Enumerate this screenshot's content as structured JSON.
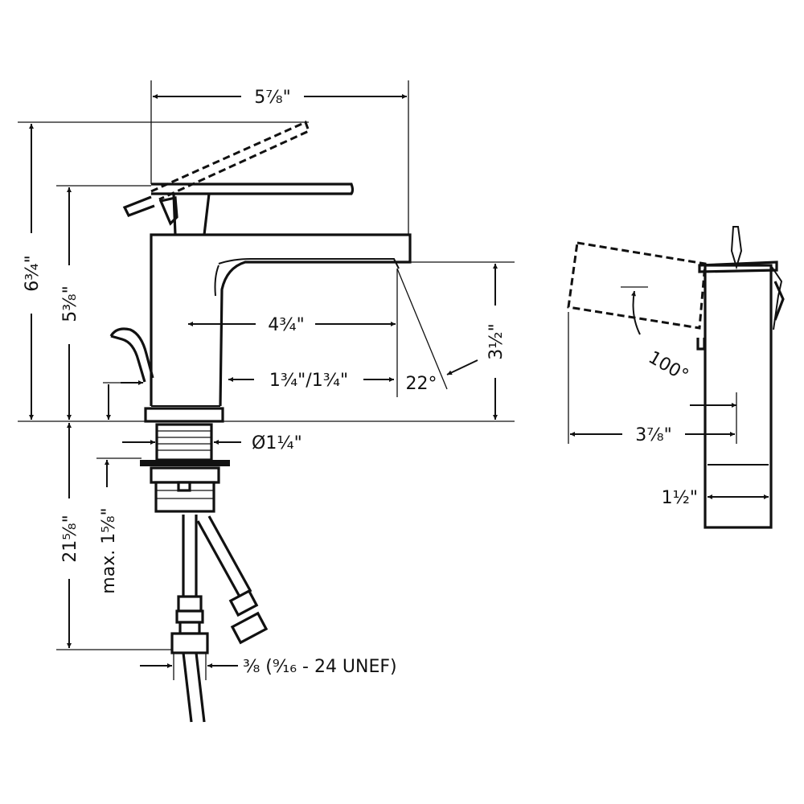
{
  "diagram": {
    "front_view": {
      "overall_width": "5⁷⁄₈\"",
      "overall_height": "6³⁄₄\"",
      "handle_height": "5³⁄₈\"",
      "spout_reach": "4³⁄₄\"",
      "deck_thickness": "1³⁄₄\"/1³⁄₄\"",
      "spout_height": "3¹⁄₂\"",
      "spray_angle": "22°",
      "mount_diameter": "Ø1¹⁄₄\"",
      "below_deck_length": "21⁵⁄₈\"",
      "max_deck_thickness": "max. 1⁵⁄₈\"",
      "connection": "³⁄₈ (⁹⁄₁₆ - 24 UNEF)"
    },
    "side_view": {
      "handle_rotation": "100°",
      "handle_clearance": "3⁷⁄₈\"",
      "body_depth": "1¹⁄₂\""
    }
  }
}
